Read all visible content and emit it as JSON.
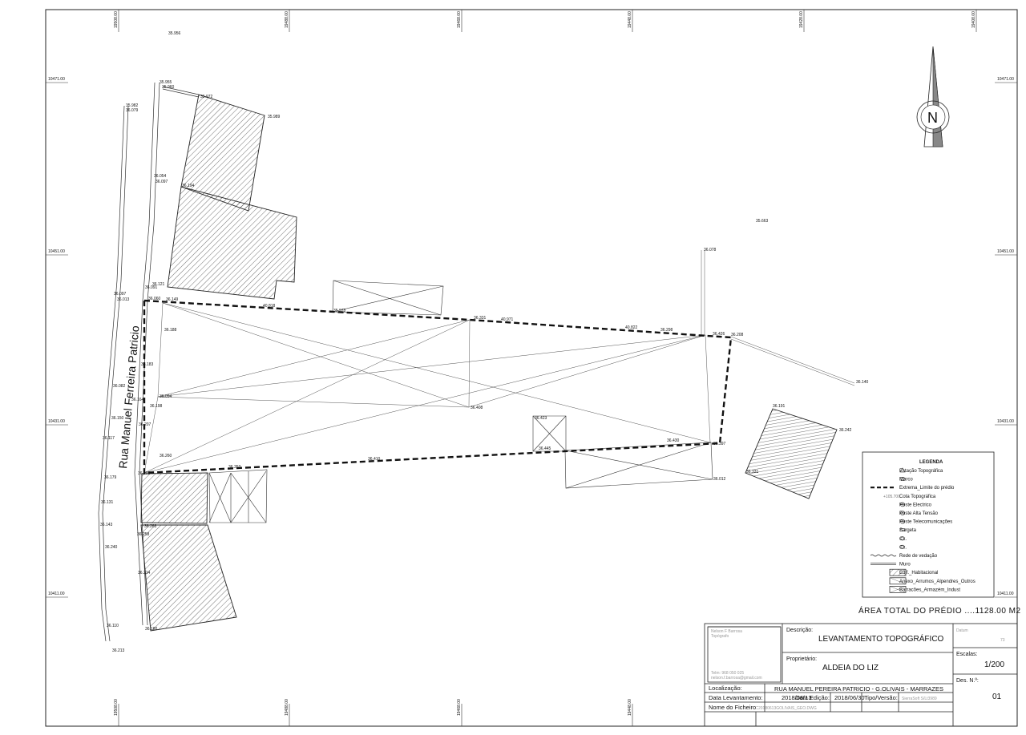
{
  "street_name": "Rua Manuel Ferreira Patricio",
  "north_label": "N",
  "area_text": "ÁREA TOTAL DO PRÉDIO ....1128.00 M2",
  "grid": {
    "top": [
      "19508.00",
      "19488.00",
      "19468.00",
      "19448.00",
      "19428.00",
      "19408.00"
    ],
    "bottom": [
      "19508.00",
      "19488.00",
      "19468.00",
      "19448.00"
    ],
    "left": [
      "10471.00",
      "10451.00",
      "10431.00",
      "10411.00"
    ],
    "right": [
      "10471.00",
      "10451.00",
      "10431.00",
      "10411.00"
    ]
  },
  "points": {
    "p1": "35.956",
    "p2": "35.955",
    "p3": "35.960",
    "p4": "35.972",
    "p5": "35.989",
    "p6": "35.982",
    "p7": "36.079",
    "p8": "36.054",
    "p9": "36.097",
    "p10": "36.194",
    "p11": "35.663",
    "p12": "36.078",
    "p13": "36.097",
    "p14": "36.013",
    "p15": "36.121",
    "p16": "36.091",
    "p17": "36.060",
    "p18": "36.149",
    "p19": "36.188",
    "p20": "40.818",
    "p21": "35.978",
    "p22": "36.331",
    "p23": "40.971",
    "p24": "40.822",
    "p25": "36.298",
    "p26": "36.426",
    "p27": "36.208",
    "p28": "36.140",
    "p29": "36.183",
    "p30": "36.082",
    "p31": "36.164",
    "p32": "36.198",
    "p33": "36.094",
    "p34": "36.408",
    "p35": "36.150",
    "p36": "36.207",
    "p37": "36.117",
    "p38": "36.260",
    "p39": "36.423",
    "p40": "36.445",
    "p41": "36.430",
    "p42": "36.397",
    "p43": "36.410",
    "p44": "36.191",
    "p45": "36.242",
    "p46": "36.331",
    "p47": "36.353",
    "p48": "36.209",
    "p49": "36.179",
    "p50": "36.012",
    "p51": "36.131",
    "p52": "36.263",
    "p53": "36.143",
    "p54": "36.258",
    "p55": "36.240",
    "p56": "36.214",
    "p57": "36.110",
    "p58": "36.180",
    "p59": "36.213"
  },
  "legend": {
    "title": "LEGENDA",
    "items": [
      {
        "label": "Estação Topográfica",
        "symbol": "triangle"
      },
      {
        "label": "Marco",
        "symbol": "marker"
      },
      {
        "label": "Extrema_Limite do prédio",
        "symbol": "dashed"
      },
      {
        "label": "Cota Topográfica",
        "symbol": "elevation",
        "sample": "+105.700"
      },
      {
        "label": "Poste Electrico",
        "symbol": "pole"
      },
      {
        "label": "Poste Alta Tensão",
        "symbol": "pole-ht"
      },
      {
        "label": "Poste Telecomunicações",
        "symbol": "pole-tel"
      },
      {
        "label": "Sargeta",
        "symbol": "gutter"
      },
      {
        "label": "Cx.",
        "symbol": "box"
      },
      {
        "label": "Cx.",
        "symbol": "box2"
      },
      {
        "label": "Rede de vedação",
        "symbol": "fence"
      },
      {
        "label": "Muro",
        "symbol": "wall"
      },
      {
        "label": "Edif._Habitacional",
        "symbol": "hatch"
      },
      {
        "label": "Anexo_Arrumos_Alpendres_Outros",
        "symbol": "annex"
      },
      {
        "label": "Barracões_Armazém_Indust",
        "symbol": "cross"
      }
    ]
  },
  "title_block": {
    "author_line1": "Nelson F Barrosa",
    "author_line2": "Topógrafo",
    "author_tel": "Telm: 968 050 025",
    "author_email": "nelson.f.barrosa@gmail.com",
    "descricao_label": "Descrição:",
    "descricao_value": "LEVANTAMENTO TOPOGRÁFICO",
    "proprietario_label": "Proprietário:",
    "proprietario_value": "ALDEIA DO LIZ",
    "datum_label": "Datum",
    "datum_value": "73",
    "escalas_label": "Escalas:",
    "escalas_value": "1/200",
    "des_label": "Des. N.º:",
    "des_value": "01",
    "localizacao_label": "Localização:",
    "localizacao_value": "RUA MANUEL PEREIRA PATRICIO - G.OLIVAIS - MARRAZES",
    "data_lev_label": "Data Levantamento:",
    "data_lev_value": "2018/06/13",
    "data_ed_label": "Data Edição:",
    "data_ed_value": "2018/06/30",
    "tipo_label": "Tipo/Versão:",
    "tipo_value": "SierraSoft S/Lt3989",
    "ficheiro_label": "Nome do Ficheiro:",
    "ficheiro_value": "20180613GOLIVAIS_GEO.DWG"
  }
}
